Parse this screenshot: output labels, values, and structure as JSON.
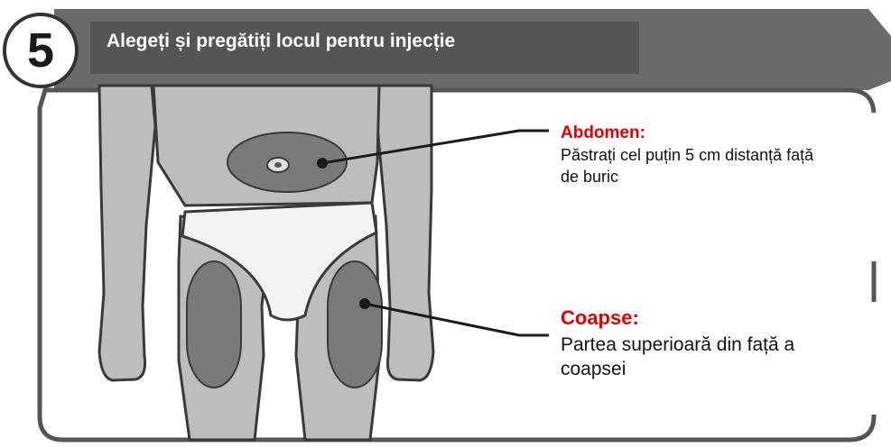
{
  "step": {
    "number": "5",
    "title": "Alegeți și pregătiți locul pentru injecție"
  },
  "callouts": {
    "abdomen": {
      "title": "Abdomen:",
      "description": "Păstrați cel puțin 5 cm distanță față\nde buric"
    },
    "thighs": {
      "title": "Coapse:",
      "description": "Partea superioară din față a\ncoapsei"
    }
  },
  "colors": {
    "header_bg": "#5f5f5f",
    "title_red": "#e00000",
    "body_fill": "#bdbdbd",
    "zone_fill": "#7a7a7a",
    "outline": "#3a3a3a"
  }
}
